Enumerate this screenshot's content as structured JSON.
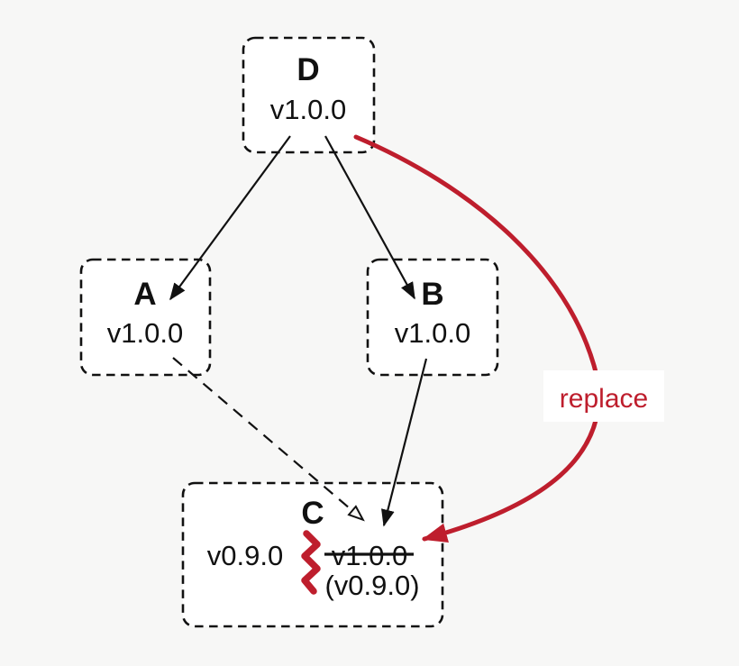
{
  "colors": {
    "background": "#f7f7f6",
    "node_fill": "#ffffff",
    "line": "#111111",
    "accent_red": "#be1e2d"
  },
  "nodes": {
    "d": {
      "label": "D",
      "version": "v1.0.0"
    },
    "a": {
      "label": "A",
      "version": "v1.0.0"
    },
    "b": {
      "label": "B",
      "version": "v1.0.0"
    },
    "c": {
      "label": "C",
      "effective_version": "v0.9.0",
      "replaced_version": "v1.0.0",
      "substituted_version": "(v0.9.0)"
    }
  },
  "labels": {
    "replace": "replace"
  }
}
